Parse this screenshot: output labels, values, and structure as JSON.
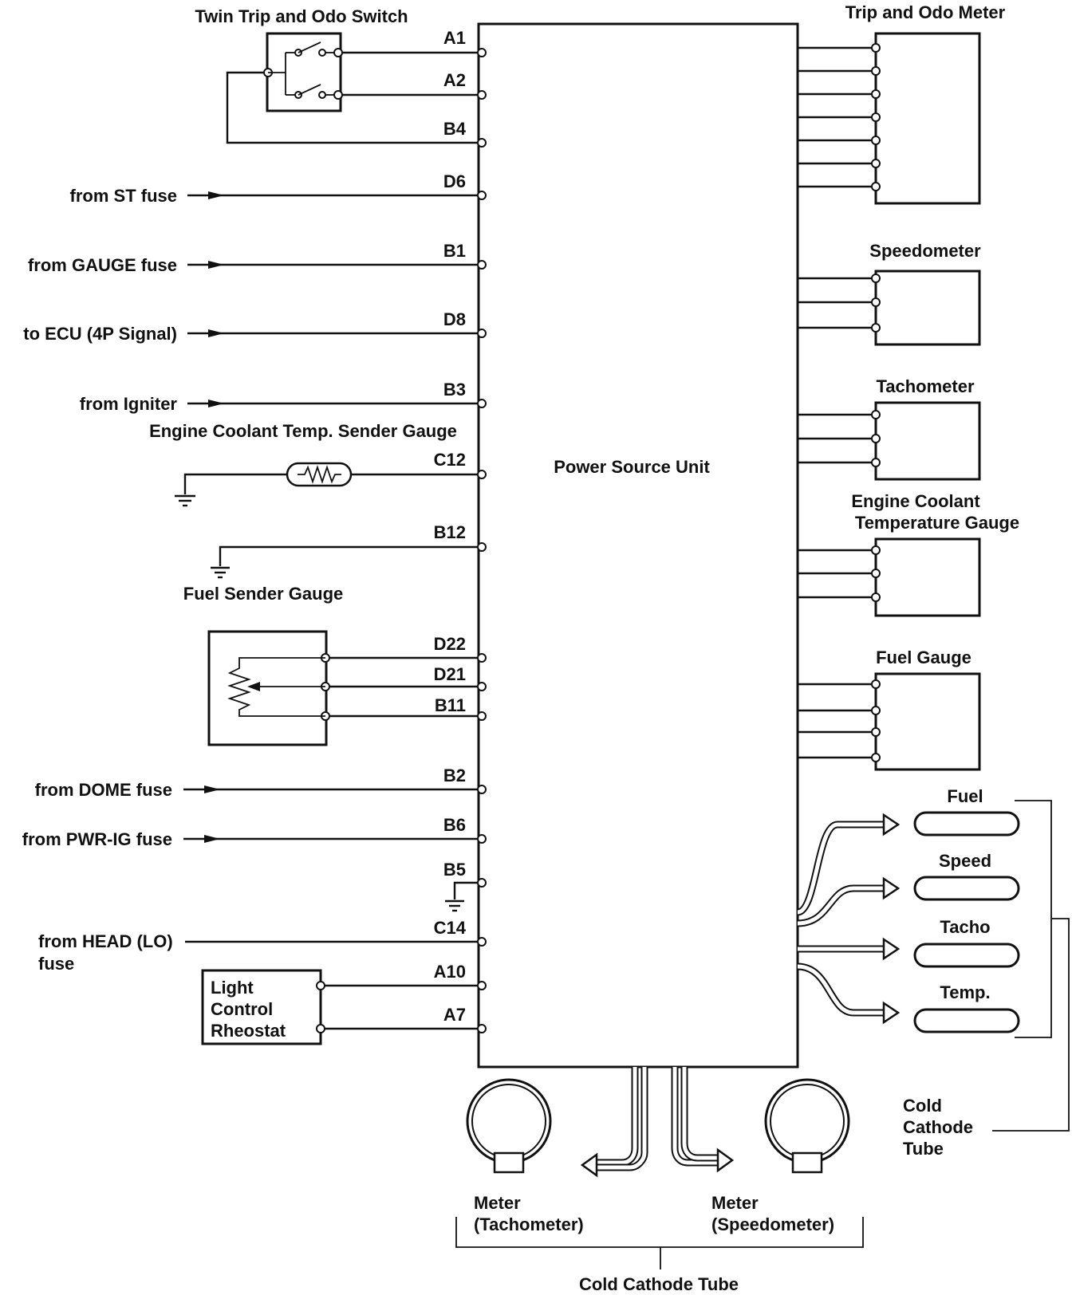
{
  "power_source_unit": "Power Source Unit",
  "left": {
    "twin_trip_switch": "Twin Trip and Odo Switch",
    "inputs": [
      {
        "label": "from ST fuse",
        "pin": "D6"
      },
      {
        "label": "from GAUGE fuse",
        "pin": "B1"
      },
      {
        "label": "to ECU (4P Signal)",
        "pin": "D8"
      },
      {
        "label": "from Igniter",
        "pin": "B3"
      },
      {
        "label": "from DOME fuse",
        "pin": "B2"
      },
      {
        "label": "from PWR-IG fuse",
        "pin": "B6"
      }
    ],
    "head_lo_line1": "from HEAD (LO)",
    "head_lo_line2": "fuse",
    "coolant_sender": "Engine Coolant Temp. Sender Gauge",
    "fuel_sender": "Fuel Sender Gauge",
    "rheostat": [
      "Light",
      "Control",
      "Rheostat"
    ],
    "pins": {
      "a1": "A1",
      "a2": "A2",
      "b4": "B4",
      "c12": "C12",
      "b12": "B12",
      "d22": "D22",
      "d21": "D21",
      "b11": "B11",
      "b5": "B5",
      "c14": "C14",
      "a10": "A10",
      "a7": "A7"
    }
  },
  "right": {
    "trip_odo_meter": "Trip and Odo Meter",
    "speedometer": "Speedometer",
    "tachometer": "Tachometer",
    "coolant_gauge_line1": "Engine Coolant",
    "coolant_gauge_line2": "Temperature Gauge",
    "fuel_gauge": "Fuel Gauge",
    "tubes": [
      "Fuel",
      "Speed",
      "Tacho",
      "Temp."
    ],
    "cold_cathode_label": [
      "Cold",
      "Cathode",
      "Tube"
    ]
  },
  "bottom": {
    "meter_tacho_line1": "Meter",
    "meter_tacho_line2": "(Tachometer)",
    "meter_speedo_line1": "Meter",
    "meter_speedo_line2": "(Speedometer)",
    "cold_cathode_tube": "Cold Cathode Tube"
  }
}
